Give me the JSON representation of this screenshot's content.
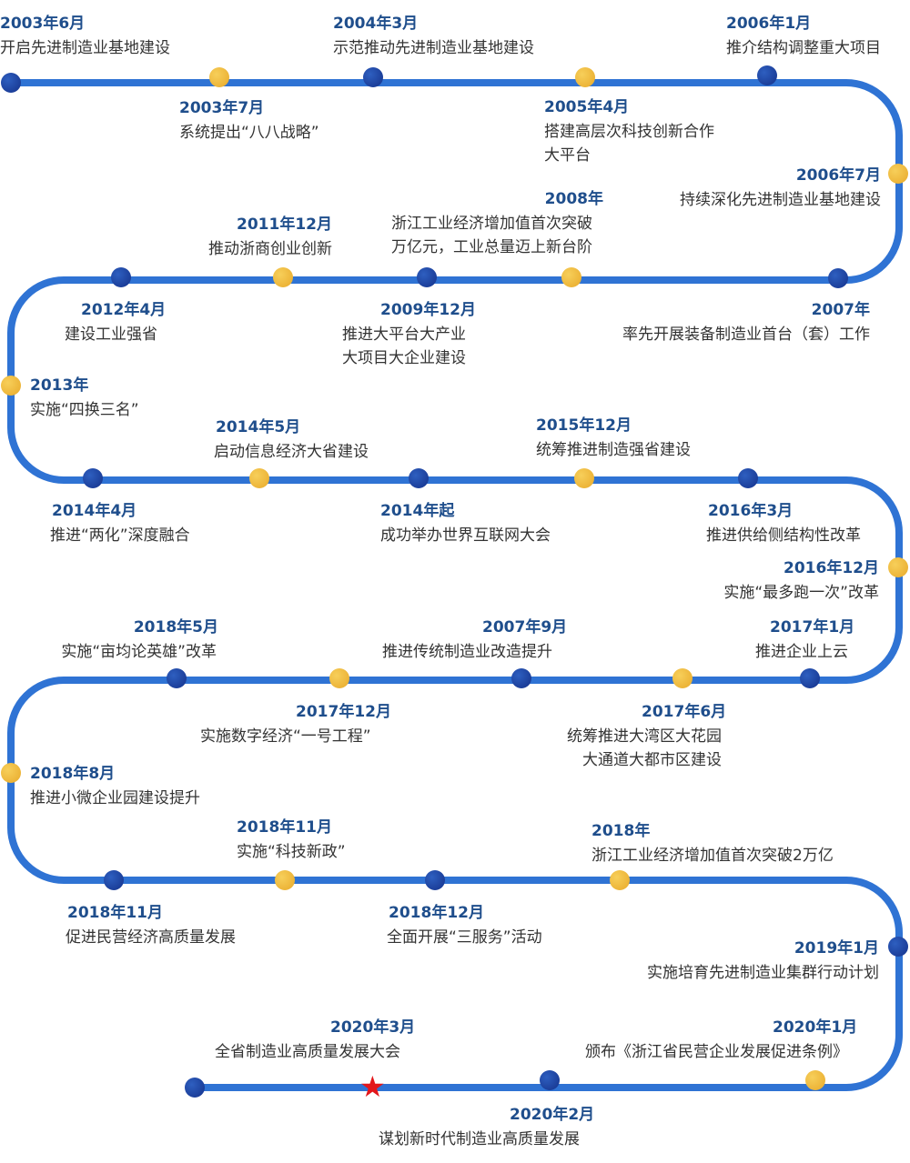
{
  "colors": {
    "line": "#2f73d4",
    "blue_dot": "#1a3d9a",
    "yellow_dot": "#f0bb3c",
    "date": "#1f4e8c",
    "text": "#333333",
    "star": "#e3171b"
  },
  "events": [
    {
      "date": "2003年6月",
      "text": [
        "开启先进制造业基地建设"
      ]
    },
    {
      "date": "2003年7月",
      "text": [
        "系统提出“八八战略”"
      ]
    },
    {
      "date": "2004年3月",
      "text": [
        "示范推动先进制造业基地建设"
      ]
    },
    {
      "date": "2005年4月",
      "text": [
        "搭建高层次科技创新合作",
        "大平台"
      ]
    },
    {
      "date": "2006年1月",
      "text": [
        "推介结构调整重大项目"
      ]
    },
    {
      "date": "2006年7月",
      "text": [
        "持续深化先进制造业基地建设"
      ]
    },
    {
      "date": "2008年",
      "text": [
        "浙江工业经济增加值首次突破",
        "万亿元，工业总量迈上新台阶"
      ]
    },
    {
      "date": "2011年12月",
      "text": [
        "推动浙商创业创新"
      ]
    },
    {
      "date": "2007年",
      "text": [
        "率先开展装备制造业首台（套）工作"
      ]
    },
    {
      "date": "2009年12月",
      "text": [
        "推进大平台大产业",
        "大项目大企业建设"
      ]
    },
    {
      "date": "2012年4月",
      "text": [
        "建设工业强省"
      ]
    },
    {
      "date": "2013年",
      "text": [
        "实施“四换三名”"
      ]
    },
    {
      "date": "2014年5月",
      "text": [
        "启动信息经济大省建设"
      ]
    },
    {
      "date": "2015年12月",
      "text": [
        "统筹推进制造强省建设"
      ]
    },
    {
      "date": "2014年4月",
      "text": [
        "推进“两化”深度融合"
      ]
    },
    {
      "date": "2014年起",
      "text": [
        "成功举办世界互联网大会"
      ]
    },
    {
      "date": "2016年3月",
      "text": [
        "推进供给侧结构性改革"
      ]
    },
    {
      "date": "2016年12月",
      "text": [
        "实施“最多跑一次”改革"
      ]
    },
    {
      "date": "2018年5月",
      "text": [
        "实施“亩均论英雄”改革"
      ]
    },
    {
      "date": "2007年9月",
      "text": [
        "推进传统制造业改造提升"
      ]
    },
    {
      "date": "2017年1月",
      "text": [
        "推进企业上云"
      ]
    },
    {
      "date": "2017年12月",
      "text": [
        "实施数字经济“一号工程”"
      ]
    },
    {
      "date": "2017年6月",
      "text": [
        "统筹推进大湾区大花园",
        "大通道大都市区建设"
      ]
    },
    {
      "date": "2018年8月",
      "text": [
        "推进小微企业园建设提升"
      ]
    },
    {
      "date": "2018年11月",
      "text": [
        "实施“科技新政”"
      ]
    },
    {
      "date": "2018年",
      "text": [
        "浙江工业经济增加值首次突破2万亿"
      ]
    },
    {
      "date": "2018年11月",
      "text": [
        "促进民营经济高质量发展"
      ]
    },
    {
      "date": "2018年12月",
      "text": [
        "全面开展“三服务”活动"
      ]
    },
    {
      "date": "2019年1月",
      "text": [
        "实施培育先进制造业集群行动计划"
      ]
    },
    {
      "date": "2020年3月",
      "text": [
        "全省制造业高质量发展大会"
      ]
    },
    {
      "date": "2020年1月",
      "text": [
        "颁布《浙江省民营企业发展促进条例》"
      ]
    },
    {
      "date": "2020年2月",
      "text": [
        "谋划新时代制造业高质量发展"
      ]
    }
  ]
}
